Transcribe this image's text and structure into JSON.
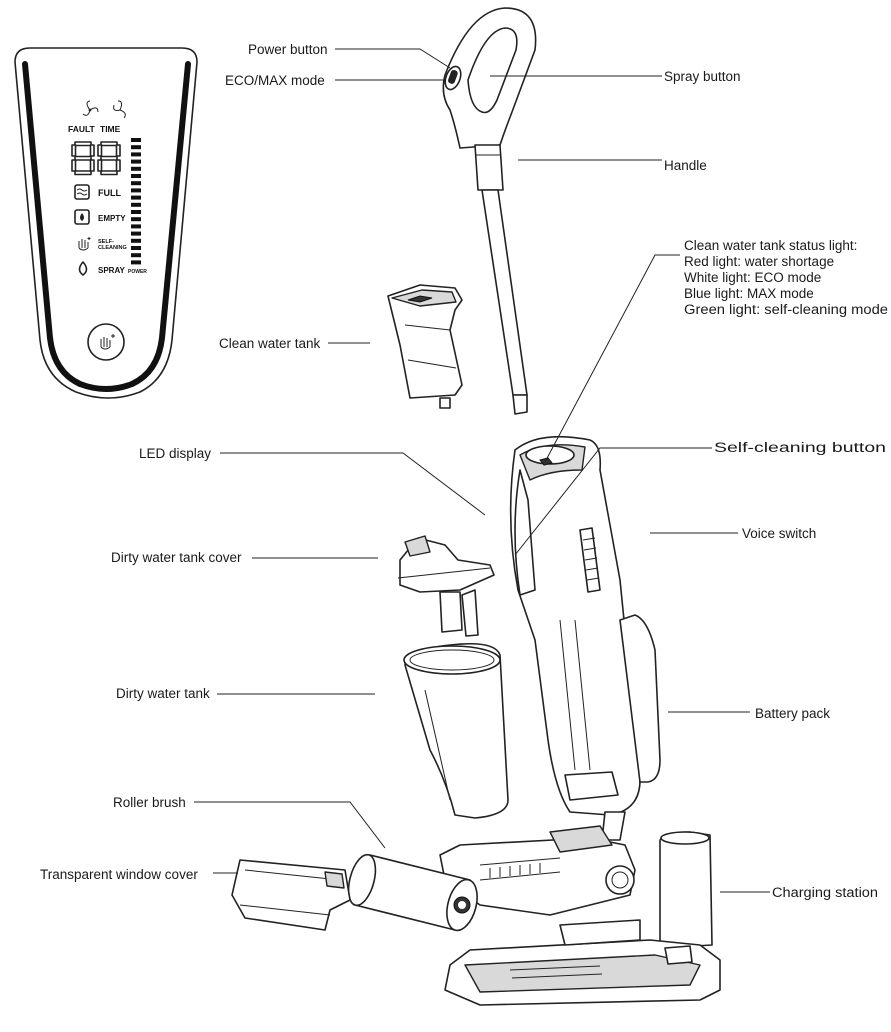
{
  "panel": {
    "fault": "FAULT",
    "time": "TIME",
    "digits": "88",
    "full": "FULL",
    "empty": "EMPTY",
    "self_cleaning_1": "SELF-",
    "self_cleaning_2": "CLEANING",
    "spray": "SPRAY",
    "power": "POWER"
  },
  "labels": {
    "power_button": "Power button",
    "eco_max_mode": "ECO/MAX mode",
    "spray_button": "Spray button",
    "handle": "Handle",
    "status_light_title": "Clean water tank status light:",
    "status_light_red": "Red light: water shortage",
    "status_light_white": "White light: ECO mode",
    "status_light_blue": "Blue light: MAX mode",
    "status_light_green": "Green light: self-cleaning mode",
    "clean_water_tank": "Clean water tank",
    "led_display": "LED display",
    "self_cleaning_button": "Self-cleaning button",
    "voice_switch": "Voice switch",
    "dirty_water_tank_cover": "Dirty water tank cover",
    "dirty_water_tank": "Dirty water tank",
    "battery_pack": "Battery pack",
    "roller_brush": "Roller brush",
    "transparent_window_cover": "Transparent window cover",
    "charging_station": "Charging station"
  },
  "icons": {
    "fault": "fan-icon",
    "time": "fan-icon",
    "full": "full-tank-icon",
    "empty": "empty-water-icon",
    "self_cleaning": "hand-sparkle-icon",
    "spray": "water-drop-icon",
    "touch_button": "hand-sparkle-icon"
  }
}
